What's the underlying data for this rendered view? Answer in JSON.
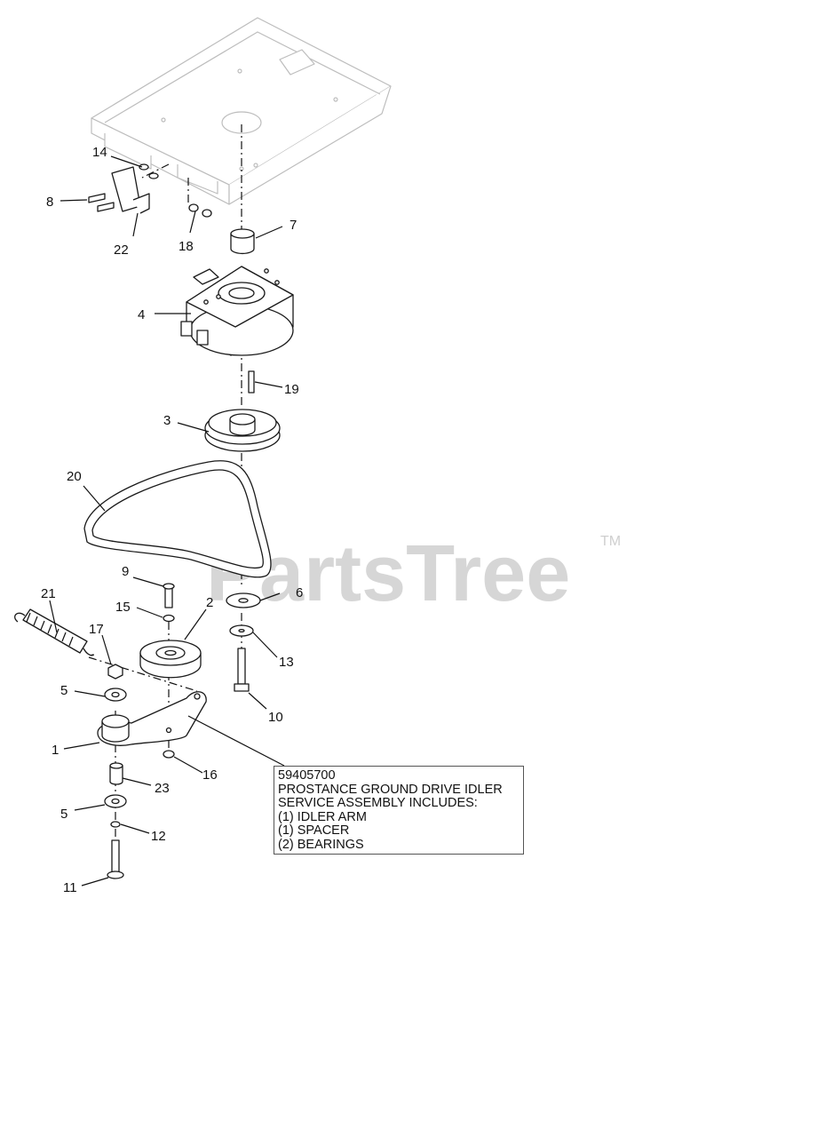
{
  "watermark": {
    "brand": "PartsTree",
    "tm": "TM"
  },
  "callouts": {
    "c1": "1",
    "c2": "2",
    "c3": "3",
    "c4": "4",
    "c5a": "5",
    "c5b": "5",
    "c6": "6",
    "c7": "7",
    "c8": "8",
    "c9": "9",
    "c10": "10",
    "c11": "11",
    "c12": "12",
    "c13": "13",
    "c14": "14",
    "c15": "15",
    "c16": "16",
    "c17": "17",
    "c18": "18",
    "c19": "19",
    "c20": "20",
    "c21": "21",
    "c22": "22",
    "c23": "23"
  },
  "note": {
    "part_number": "59405700",
    "line1": "PROSTANCE GROUND DRIVE IDLER",
    "line2": "SERVICE ASSEMBLY INCLUDES:",
    "line3": "(1) IDLER ARM",
    "line4": "(1) SPACER",
    "line5": "(2) BEARINGS"
  }
}
